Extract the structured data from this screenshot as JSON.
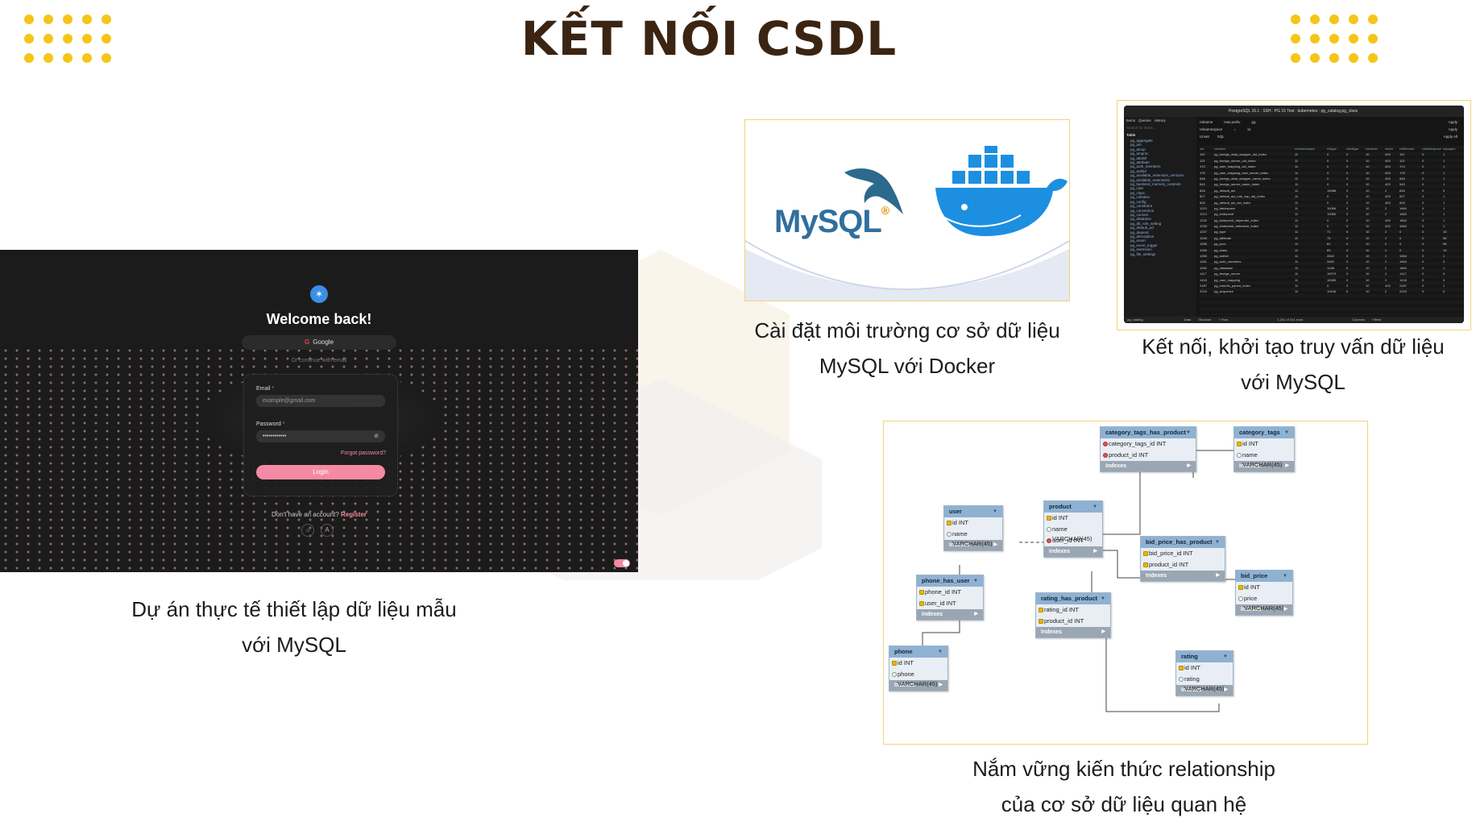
{
  "title": "KẾT NỐI CSDL",
  "accent_color": "#f5c518",
  "title_color": "#3b2412",
  "captions": {
    "left_line1": "Dự án thực tế thiết lập dữ liệu mẫu",
    "left_line2": "với MySQL",
    "docker_line1": "Cài đặt môi trường cơ sở dữ liệu",
    "docker_line2": "MySQL với Docker",
    "pg_line1": "Kết nối, khởi tạo truy vấn dữ liệu",
    "pg_line2": "với MySQL",
    "er_line1": "Nắm vững kiến thức relationship",
    "er_line2": "của cơ sở dữ liệu quan hệ"
  },
  "login": {
    "heading": "Welcome back!",
    "google_label": "Google",
    "or_text": "Or continue with email",
    "email_label": "Email",
    "email_placeholder": "example@gmail.com",
    "password_label": "Password",
    "password_value": "••••••••••••",
    "forgot_label": "Forgot password?",
    "login_button": "Login",
    "no_account_text": "Don't have an account?",
    "register_link": "Register",
    "required_mark": "*"
  },
  "docker_card": {
    "mysql_logo_text": "MySQL",
    "registered_mark": "®"
  },
  "pg": {
    "titlebar": "PostgreSQL 15.1 : SSH : PG 15 Test : kubernetes : pg_catalog.pg_class",
    "tabs": [
      "Items",
      "Queries",
      "History"
    ],
    "search_placeholder": "Search for items...",
    "filter1": [
      "relname",
      "Has prefix",
      "pg"
    ],
    "filter2": [
      "relnamespace",
      "=",
      "11"
    ],
    "apply": "Apply",
    "apply_all": "Apply All",
    "sub_tabs": [
      "Unset",
      "SQL"
    ],
    "section": "Table",
    "side_items": [
      "pg_aggregate",
      "pg_am",
      "pg_amop",
      "pg_amproc",
      "pg_attrdef",
      "pg_attribute",
      "pg_auth_members",
      "pg_authid",
      "pg_available_extension_versions",
      "pg_available_extensions",
      "pg_backend_memory_contexts",
      "pg_cast",
      "pg_class",
      "pg_collation",
      "pg_config",
      "pg_constraint",
      "pg_conversion",
      "pg_cursors",
      "pg_database",
      "pg_db_role_setting",
      "pg_default_acl",
      "pg_depend",
      "pg_description",
      "pg_enum",
      "pg_event_trigger",
      "pg_extension",
      "pg_file_settings"
    ],
    "columns": [
      "oid",
      "relname",
      "relnamespace",
      "reltype",
      "reloftype",
      "relowner",
      "relam",
      "relfilenode",
      "reltablespace",
      "relpages"
    ],
    "rows": [
      [
        "112",
        "pg_foreign_data_wrapper_oid_index",
        "11",
        "0",
        "0",
        "10",
        "403",
        "112",
        "0",
        "1"
      ],
      [
        "113",
        "pg_foreign_server_oid_index",
        "11",
        "0",
        "0",
        "10",
        "403",
        "113",
        "0",
        "1"
      ],
      [
        "174",
        "pg_user_mapping_oid_index",
        "11",
        "0",
        "0",
        "10",
        "403",
        "174",
        "0",
        "1"
      ],
      [
        "175",
        "pg_user_mapping_user_server_index",
        "11",
        "0",
        "0",
        "10",
        "403",
        "175",
        "0",
        "1"
      ],
      [
        "548",
        "pg_foreign_data_wrapper_name_index",
        "11",
        "0",
        "0",
        "10",
        "403",
        "548",
        "0",
        "1"
      ],
      [
        "549",
        "pg_foreign_server_name_index",
        "11",
        "0",
        "0",
        "10",
        "403",
        "549",
        "0",
        "1"
      ],
      [
        "826",
        "pg_default_acl",
        "11",
        "10088",
        "0",
        "10",
        "2",
        "826",
        "0",
        "0"
      ],
      [
        "827",
        "pg_default_acl_role_nsp_obj_index",
        "11",
        "0",
        "0",
        "10",
        "403",
        "827",
        "0",
        "1"
      ],
      [
        "828",
        "pg_default_acl_oid_index",
        "11",
        "0",
        "0",
        "10",
        "403",
        "828",
        "0",
        "1"
      ],
      [
        "1213",
        "pg_tablespace",
        "11",
        "10056",
        "0",
        "10",
        "2",
        "1664",
        "0",
        "1"
      ],
      [
        "1214",
        "pg_shdepend",
        "11",
        "10080",
        "0",
        "10",
        "2",
        "1664",
        "0",
        "1"
      ],
      [
        "1232",
        "pg_shdepend_depender_index",
        "11",
        "0",
        "0",
        "10",
        "403",
        "1664",
        "0",
        "1"
      ],
      [
        "1233",
        "pg_shdepend_reference_index",
        "11",
        "0",
        "0",
        "10",
        "403",
        "1664",
        "0",
        "1"
      ],
      [
        "1247",
        "pg_type",
        "11",
        "71",
        "0",
        "10",
        "2",
        "0",
        "0",
        "15"
      ],
      [
        "1249",
        "pg_attribute",
        "11",
        "75",
        "0",
        "10",
        "2",
        "0",
        "0",
        "56"
      ],
      [
        "1255",
        "pg_proc",
        "11",
        "81",
        "0",
        "10",
        "2",
        "0",
        "0",
        "96"
      ],
      [
        "1259",
        "pg_class",
        "11",
        "83",
        "0",
        "10",
        "2",
        "0",
        "0",
        "14"
      ],
      [
        "1260",
        "pg_authid",
        "11",
        "2842",
        "0",
        "10",
        "2",
        "1664",
        "0",
        "1"
      ],
      [
        "1261",
        "pg_auth_members",
        "11",
        "2843",
        "0",
        "10",
        "2",
        "1664",
        "0",
        "0"
      ],
      [
        "1262",
        "pg_database",
        "11",
        "1248",
        "0",
        "10",
        "2",
        "1664",
        "0",
        "1"
      ],
      [
        "1417",
        "pg_foreign_server",
        "11",
        "10079",
        "0",
        "10",
        "2",
        "1417",
        "0",
        "0"
      ],
      [
        "1418",
        "pg_user_mapping",
        "11",
        "10080",
        "0",
        "10",
        "2",
        "1418",
        "0",
        "0"
      ],
      [
        "2187",
        "pg_inherits_parent_index",
        "11",
        "0",
        "0",
        "10",
        "403",
        "2187",
        "0",
        "1"
      ],
      [
        "2224",
        "pg_sequence",
        "11",
        "10105",
        "0",
        "10",
        "2",
        "2224",
        "0",
        "0"
      ]
    ],
    "footer_db": "pg_catalog",
    "footer_tabs": [
      "Data",
      "Structure",
      "+ Row"
    ],
    "footer_count": "1-241 of 241 rows",
    "footer_right": [
      "Columns",
      "Filters"
    ]
  },
  "er": {
    "indexes_label": "Indexes",
    "tables": [
      {
        "key": "category_tags_has_product",
        "name": "category_tags_has_product",
        "cols": [
          [
            "category_tags_id INT",
            "fk"
          ],
          [
            "product_id INT",
            "fk"
          ]
        ]
      },
      {
        "key": "category_tags",
        "name": "category_tags",
        "cols": [
          [
            "id INT",
            "pk"
          ],
          [
            "name VARCHAR(45)",
            ""
          ]
        ]
      },
      {
        "key": "user",
        "name": "user",
        "cols": [
          [
            "id INT",
            "pk"
          ],
          [
            "name VARCHAR(45)",
            ""
          ]
        ]
      },
      {
        "key": "product",
        "name": "product",
        "cols": [
          [
            "id INT",
            "pk"
          ],
          [
            "name VARCHAR(45)",
            ""
          ],
          [
            "user_id INT",
            "fk"
          ]
        ]
      },
      {
        "key": "bid_price_has_product",
        "name": "bid_price_has_product",
        "cols": [
          [
            "bid_price_id INT",
            "pk"
          ],
          [
            "product_id INT",
            "pk"
          ]
        ]
      },
      {
        "key": "bid_price",
        "name": "bid_price",
        "cols": [
          [
            "id INT",
            "pk"
          ],
          [
            "price VARCHAR(45)",
            ""
          ]
        ]
      },
      {
        "key": "phone_has_user",
        "name": "phone_has_user",
        "cols": [
          [
            "phone_id INT",
            "pk"
          ],
          [
            "user_id INT",
            "pk"
          ]
        ]
      },
      {
        "key": "rating_has_product",
        "name": "rating_has_product",
        "cols": [
          [
            "rating_id INT",
            "pk"
          ],
          [
            "product_id INT",
            "pk"
          ]
        ]
      },
      {
        "key": "phone",
        "name": "phone",
        "cols": [
          [
            "id INT",
            "pk"
          ],
          [
            "phone VARCHAR(45)",
            ""
          ]
        ]
      },
      {
        "key": "rating",
        "name": "rating",
        "cols": [
          [
            "id INT",
            "pk"
          ],
          [
            "rating VARCHAR(45)",
            ""
          ]
        ]
      }
    ]
  }
}
